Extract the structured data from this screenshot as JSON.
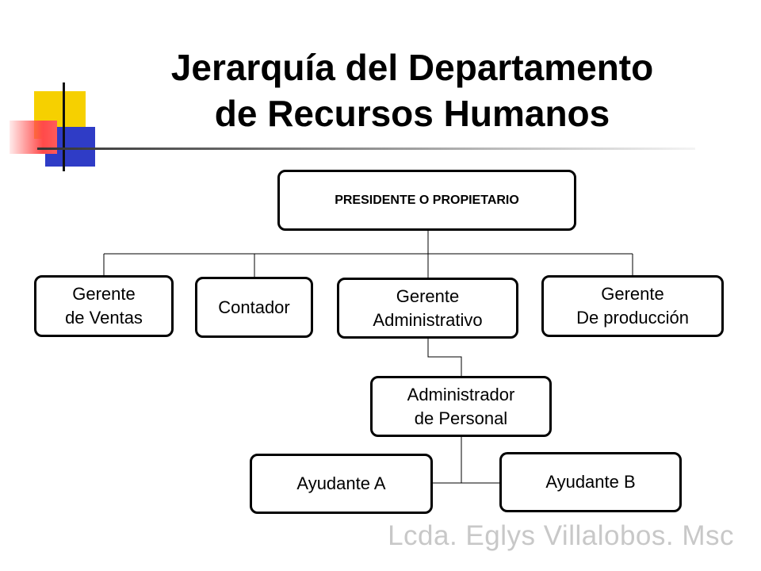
{
  "title_line1": "Jerarquía del Departamento",
  "title_line2": "de Recursos Humanos",
  "nodes": {
    "president": "PRESIDENTE O PROPIETARIO",
    "sales_manager": "Gerente\nde Ventas",
    "accountant": "Contador",
    "admin_manager": "Gerente\nAdministrativo",
    "production_manager": "Gerente\nDe producción",
    "personnel_admin": "Administrador\nde Personal",
    "assistant_a": "Ayudante A",
    "assistant_b": "Ayudante B"
  },
  "credit": "Lcda. Eglys Villalobos.  Msc",
  "colors": {
    "accent_yellow": "#f6d000",
    "accent_blue": "#2f3cc6",
    "accent_red": "#ff4a4a",
    "credit_text": "#c8c8c8"
  }
}
